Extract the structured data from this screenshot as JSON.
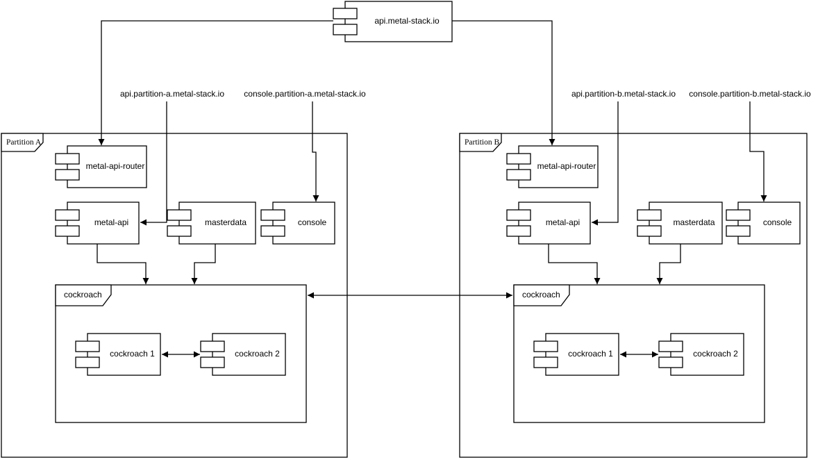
{
  "diagram": {
    "type": "uml-component-diagram",
    "colors": {
      "background": "#ffffff",
      "stroke": "#000000",
      "text": "#000000"
    },
    "root": {
      "label": "api.metal-stack.io"
    },
    "dns": {
      "api_a": "api.partition-a.metal-stack.io",
      "console_a": "console.partition-a.metal-stack.io",
      "api_b": "api.partition-b.metal-stack.io",
      "console_b": "console.partition-b.metal-stack.io"
    },
    "partition_a": {
      "label": "Partition A",
      "router": "metal-api-router",
      "api": "metal-api",
      "masterdata": "masterdata",
      "console": "console",
      "db": {
        "label": "cockroach",
        "node1": "cockroach 1",
        "node2": "cockroach 2"
      }
    },
    "partition_b": {
      "label": "Partition B",
      "router": "metal-api-router",
      "api": "metal-api",
      "masterdata": "masterdata",
      "console": "console",
      "db": {
        "label": "cockroach",
        "node1": "cockroach 1",
        "node2": "cockroach 2"
      }
    },
    "edges": [
      {
        "from": "api.metal-stack.io",
        "to": "partition-a/metal-api-router",
        "type": "arrow"
      },
      {
        "from": "api.metal-stack.io",
        "to": "partition-b/metal-api-router",
        "type": "arrow"
      },
      {
        "from": "api.partition-a.metal-stack.io",
        "to": "partition-a/metal-api",
        "type": "arrow"
      },
      {
        "from": "console.partition-a.metal-stack.io",
        "to": "partition-a/console",
        "type": "arrow"
      },
      {
        "from": "api.partition-b.metal-stack.io",
        "to": "partition-b/metal-api",
        "type": "arrow"
      },
      {
        "from": "console.partition-b.metal-stack.io",
        "to": "partition-b/console",
        "type": "arrow"
      },
      {
        "from": "partition-a/metal-api",
        "to": "partition-a/cockroach",
        "type": "arrow"
      },
      {
        "from": "partition-a/masterdata",
        "to": "partition-a/cockroach",
        "type": "arrow"
      },
      {
        "from": "partition-b/metal-api",
        "to": "partition-b/cockroach",
        "type": "arrow"
      },
      {
        "from": "partition-b/masterdata",
        "to": "partition-b/cockroach",
        "type": "arrow"
      },
      {
        "from": "partition-a/cockroach-1",
        "to": "partition-a/cockroach-2",
        "type": "bidirectional"
      },
      {
        "from": "partition-b/cockroach-1",
        "to": "partition-b/cockroach-2",
        "type": "bidirectional"
      },
      {
        "from": "partition-a/cockroach",
        "to": "partition-b/cockroach",
        "type": "bidirectional"
      }
    ]
  }
}
